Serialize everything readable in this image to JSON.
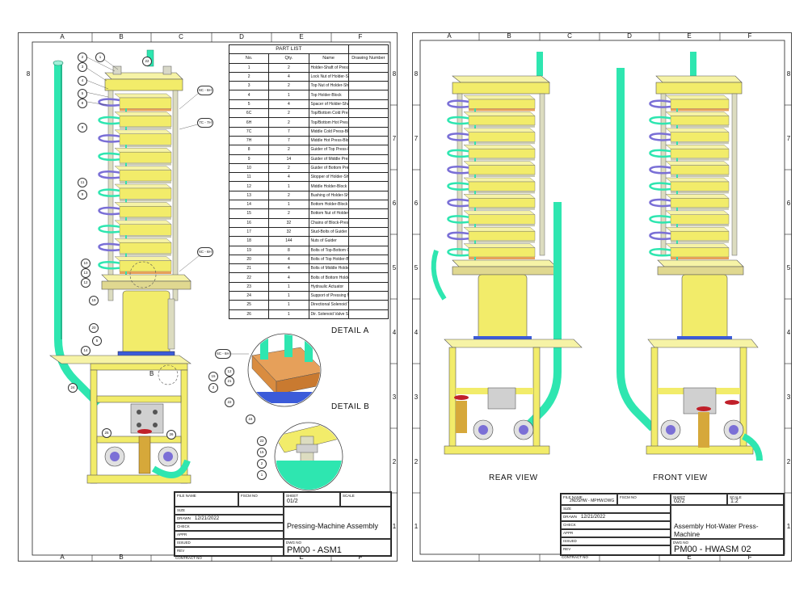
{
  "sheet1": {
    "zone_letters": [
      "A",
      "B",
      "C",
      "D",
      "E",
      "F"
    ],
    "zone_numbers": [
      "8",
      "7",
      "6",
      "5",
      "4",
      "3",
      "2",
      "1"
    ],
    "parts_list": {
      "title": "PART LIST",
      "headers": [
        "No.",
        "Qty.",
        "Name",
        "Drawing Number"
      ],
      "rows": [
        [
          "1",
          "2",
          "Holder-Shaft of Press-Machine",
          ""
        ],
        [
          "2",
          "4",
          "Lock Nut of Holder-Shaft",
          ""
        ],
        [
          "3",
          "2",
          "Top Nut of Holder-Shaft",
          ""
        ],
        [
          "4",
          "1",
          "Top Holder-Block",
          ""
        ],
        [
          "5",
          "4",
          "Spacer of Holder-Shaft",
          ""
        ],
        [
          "6C",
          "2",
          "Top/Bottom Cold Press-Block",
          ""
        ],
        [
          "6H",
          "2",
          "Top/Bottom Hot Press-Block",
          ""
        ],
        [
          "7C",
          "7",
          "Middle Cold Press-Block",
          ""
        ],
        [
          "7H",
          "7",
          "Middle Hot Press-Block",
          ""
        ],
        [
          "8",
          "2",
          "Guider of Top Press-Block",
          ""
        ],
        [
          "9",
          "14",
          "Guider of Middle Press-Block",
          ""
        ],
        [
          "10",
          "2",
          "Guider of Bottom Press-Block",
          ""
        ],
        [
          "11",
          "4",
          "Stopper of Holder-Shaft",
          ""
        ],
        [
          "12",
          "1",
          "Middle Holder-Block",
          ""
        ],
        [
          "13",
          "2",
          "Bushing of Holder-Shaft",
          ""
        ],
        [
          "14",
          "1",
          "Bottom Holder-Block",
          ""
        ],
        [
          "15",
          "2",
          "Bottom Nut of Holder-Shaft",
          ""
        ],
        [
          "16",
          "32",
          "Chains of Block-Press",
          ""
        ],
        [
          "17",
          "32",
          "Stud-Bolts of Guider",
          ""
        ],
        [
          "18",
          "144",
          "Nuts of Guider",
          ""
        ],
        [
          "19",
          "8",
          "Bolts of Top-Bottom Guider",
          ""
        ],
        [
          "20",
          "4",
          "Bolts of Top Holder-Block",
          ""
        ],
        [
          "21",
          "4",
          "Bolts of Middle Holder-Block",
          ""
        ],
        [
          "22",
          "4",
          "Bolts of Bottom Holder-Block",
          ""
        ],
        [
          "23",
          "1",
          "Hydraulic Actuator",
          ""
        ],
        [
          "24",
          "1",
          "Support of Pressing Machine",
          ""
        ],
        [
          "25",
          "1",
          "Directional Solenoid Valve",
          ""
        ],
        [
          "26",
          "1",
          "Dir. Solenoid Valve Sub-Plate",
          ""
        ]
      ]
    },
    "detail_a": "DETAIL A",
    "detail_b": "DETAIL B",
    "detail_marker_a": "A",
    "detail_marker_b": "B",
    "callouts_main": [
      "2",
      "1",
      "3",
      "4",
      "5",
      "8",
      "9",
      "11",
      "9",
      "10",
      "13",
      "12",
      "19",
      "20",
      "22",
      "14",
      "24",
      "25",
      "26",
      "6C - 6H",
      "7C - 7H",
      "6C - 6H",
      "15",
      "2",
      "15"
    ],
    "callouts_detail_a": [
      "6C - 6H",
      "12",
      "21",
      "22"
    ],
    "callouts_detail_b": [
      "24",
      "22",
      "15",
      "2",
      "1"
    ],
    "title_block": {
      "file_name_label": "FILE NAME",
      "file_name": "",
      "fscm_label": "FSCM NO",
      "sheet_label": "SHEET",
      "sheet": "01/2",
      "scale_label": "SCALE",
      "scale": "",
      "size_label": "SIZE",
      "drawn_label": "DRAWN",
      "drawn_date": "12/21/2022",
      "check_label": "CHECK",
      "appr_label": "APPR",
      "issued_label": "ISSUED",
      "rev_label": "REV",
      "contract_label": "CONTRACT NO",
      "title": "Pressing-Machine Assembly",
      "dwg_label": "DWG NO",
      "dwg_no": "PM00 - ASM1"
    }
  },
  "sheet2": {
    "zone_letters": [
      "A",
      "B",
      "C",
      "D",
      "E",
      "F"
    ],
    "zone_numbers": [
      "8",
      "7",
      "6",
      "5",
      "4",
      "3",
      "2",
      "1"
    ],
    "rear_view": "REAR VIEW",
    "front_view": "FRONT VIEW",
    "title_block": {
      "file_name_label": "FILE NAME",
      "file_name": "2NDSHW - MPHW.DWG",
      "fscm_label": "FSCM NO",
      "sheet_label": "SHEET",
      "sheet": "02/2",
      "scale_label": "SCALE",
      "scale": "1:2",
      "size_label": "SIZE",
      "drawn_label": "DRAWN",
      "drawn_date": "12/21/2022",
      "check_label": "CHECK",
      "appr_label": "APPR",
      "issued_label": "ISSUED",
      "rev_label": "REV",
      "contract_label": "CONTRACT NO",
      "title": "Assembly Hot-Water Press-Machine",
      "dwg_label": "DWG NO",
      "dwg_no": "PM00 - HWASM 02"
    }
  },
  "colors": {
    "pipe_green": "#2ee6b0",
    "frame_yellow": "#f2ec6a",
    "block_blue": "#3b5bd9",
    "block_orange": "#e6a05a",
    "valve_red": "#c0202a",
    "valve_brass": "#d6a83a",
    "chain_purple": "#7a6fd6",
    "column_grey": "#c8c8b0"
  }
}
